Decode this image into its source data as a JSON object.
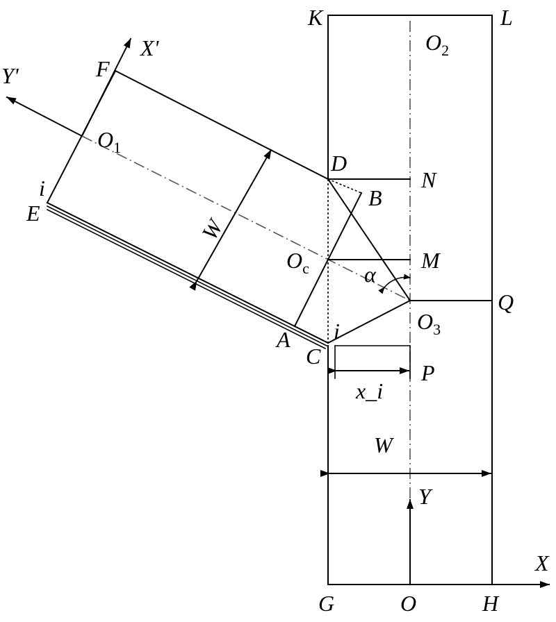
{
  "labels": {
    "K": "K",
    "L": "L",
    "O2": "O",
    "O2_sub": "2",
    "F": "F",
    "Xp": "X'",
    "Yp": "Y'",
    "O1": "O",
    "O1_sub": "1",
    "i_top": "i",
    "E": "E",
    "W_rot": "W",
    "D": "D",
    "N": "N",
    "B": "B",
    "Oc": "O",
    "Oc_sub": "c",
    "M": "M",
    "alpha": "α",
    "Q": "Q",
    "O3": "O",
    "O3_sub": "3",
    "A": "A",
    "i_bottom": "i",
    "C": "C",
    "P": "P",
    "xi": "x_i",
    "W_bottom": "W",
    "Y": "Y",
    "X": "X",
    "G": "G",
    "O": "O",
    "H": "H"
  }
}
